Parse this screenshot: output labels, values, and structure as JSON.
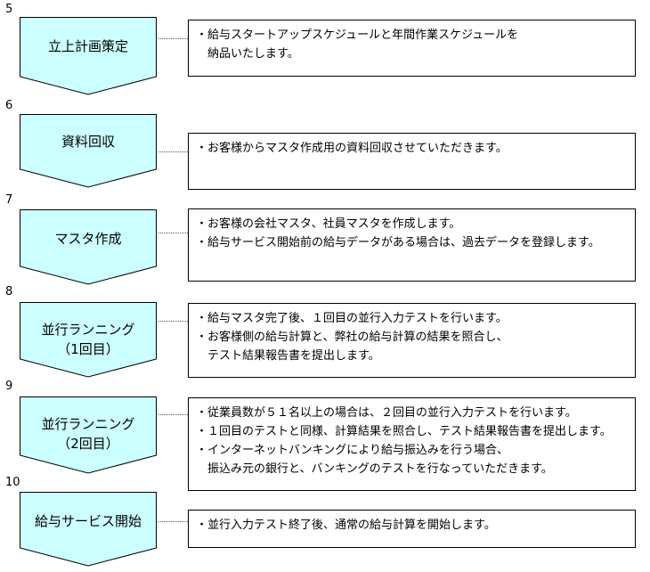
{
  "steps": [
    {
      "number": "5",
      "label": "立上計画策定",
      "lines": [
        "・給与スタートアップスケジュールと年間作業スケジュールを",
        "　納品いたします。"
      ]
    },
    {
      "number": "6",
      "label": "資料回収",
      "lines": [
        "・お客様からマスタ作成用の資料回収させていただきます。"
      ]
    },
    {
      "number": "7",
      "label": "マスタ作成",
      "lines": [
        "・お客様の会社マスタ、社員マスタを作成します。",
        "・給与サービス開始前の給与データがある場合は、過去データを登録します。"
      ]
    },
    {
      "number": "8",
      "label": "並行ランニング\n（1回目）",
      "lines": [
        "・給与マスタ完了後、１回目の並行入力テストを行います。",
        "・お客様側の給与計算と、弊社の給与計算の結果を照合し、",
        "　テスト結果報告書を提出します。"
      ]
    },
    {
      "number": "9",
      "label": "並行ランニング\n（2回目）",
      "lines": [
        "・従業員数が５１名以上の場合は、２回目の並行入力テストを行います。",
        "・１回目のテストと同様、計算結果を照合し、テスト結果報告書を提出します。",
        "・インターネットバンキングにより給与振込みを行う場合、",
        "　振込み元の銀行と、バンキングのテストを行なっていただきます。"
      ]
    },
    {
      "number": "10",
      "label": "給与サービス開始",
      "lines": [
        "・並行入力テスト終了後、通常の給与計算を開始します。"
      ]
    }
  ],
  "colors": {
    "chevron_fill": "#ccffff",
    "border": "#000000"
  }
}
